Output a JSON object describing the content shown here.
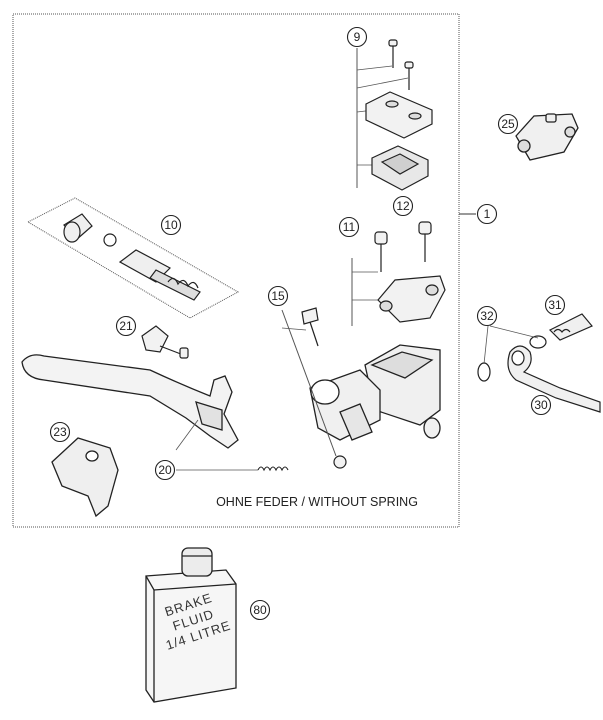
{
  "diagram": {
    "caption": "OHNE FEDER / WITHOUT SPRING",
    "bottle_text": [
      "BRAKE",
      "FLUID",
      "1/4 LITRE"
    ],
    "callouts": [
      {
        "id": "c1",
        "label": "1"
      },
      {
        "id": "c9",
        "label": "9"
      },
      {
        "id": "c10",
        "label": "10"
      },
      {
        "id": "c11",
        "label": "11"
      },
      {
        "id": "c12",
        "label": "12"
      },
      {
        "id": "c15",
        "label": "15"
      },
      {
        "id": "c20",
        "label": "20"
      },
      {
        "id": "c21",
        "label": "21"
      },
      {
        "id": "c23",
        "label": "23"
      },
      {
        "id": "c25",
        "label": "25"
      },
      {
        "id": "c30",
        "label": "30"
      },
      {
        "id": "c31",
        "label": "31"
      },
      {
        "id": "c32",
        "label": "32"
      },
      {
        "id": "c80",
        "label": "80"
      }
    ]
  }
}
